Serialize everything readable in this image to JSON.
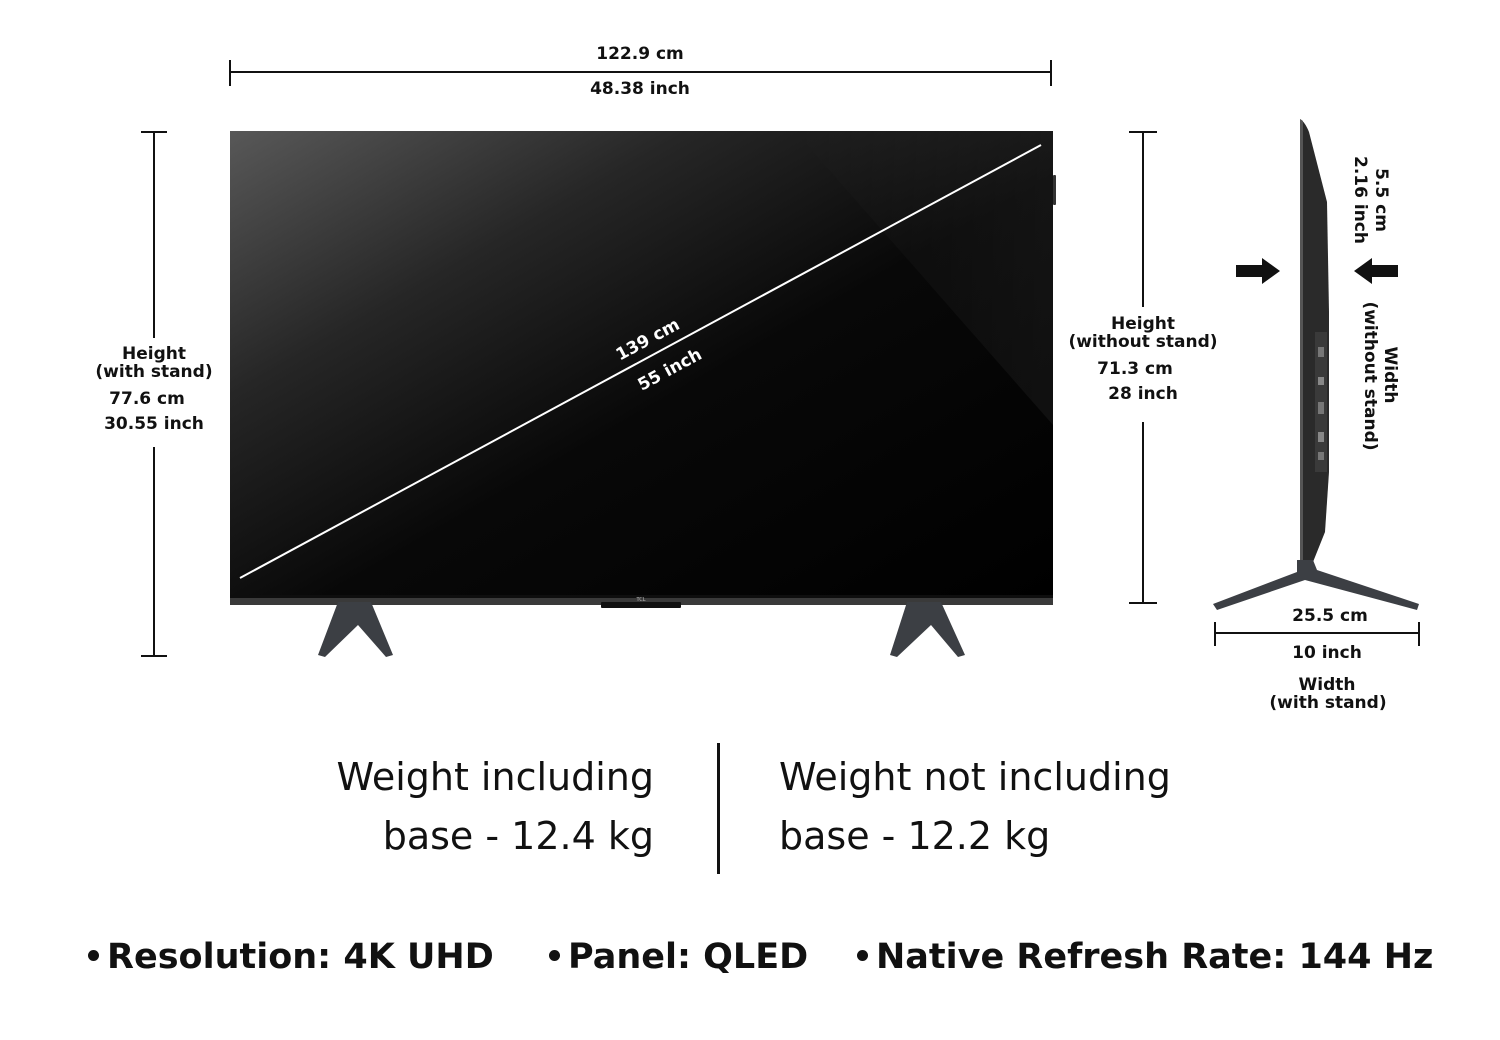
{
  "dimensions": {
    "total_width": {
      "cm": "122.9 cm",
      "inch": "48.38 inch"
    },
    "height_with_stand": {
      "label": "Height",
      "sub": "(with stand)",
      "cm": "77.6 cm",
      "inch": "30.55 inch"
    },
    "height_without_stand": {
      "label": "Height",
      "sub": "(without stand)",
      "cm": "71.3 cm",
      "inch": "28 inch"
    },
    "diagonal": {
      "cm": "139 cm",
      "inch": "55 inch"
    },
    "depth": {
      "cm": "5.5 cm",
      "inch": "2.16 inch"
    },
    "side_width_without_stand": {
      "label": "Width",
      "sub": "(without stand)"
    },
    "stand_width": {
      "cm": "25.5 cm",
      "inch": "10 inch",
      "label": "Width",
      "sub": "(with stand)"
    }
  },
  "brand_logo": "TCL",
  "weights": {
    "including": {
      "line1": "Weight including",
      "line2": "base - 12.4 kg"
    },
    "not_including": {
      "line1": "Weight not including",
      "line2": "base - 12.2 kg"
    }
  },
  "specs": [
    {
      "text": "Resolution: 4K UHD"
    },
    {
      "text": "Panel: QLED"
    },
    {
      "text": "Native Refresh Rate: 144 Hz"
    }
  ],
  "colors": {
    "screen": "#0a0a0a",
    "ink": "#111111",
    "bezel": "#2b2b2b"
  }
}
